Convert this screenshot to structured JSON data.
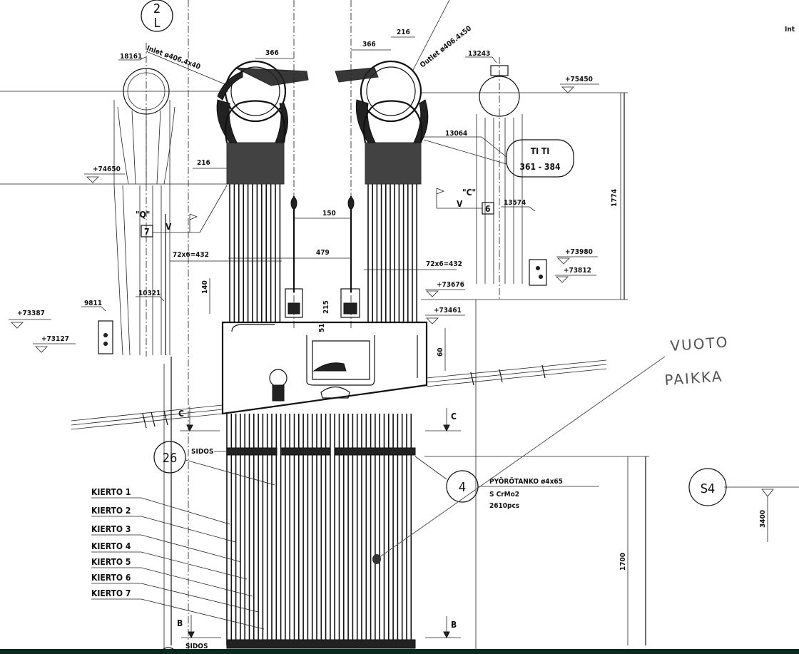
{
  "drawing": {
    "circle_labels": {
      "top_left": [
        "2",
        "L"
      ],
      "pos_26": "26",
      "pos_4": "4",
      "section_s4": "S4"
    },
    "pipe_labels": {
      "inlet": "Inlet ø406.4x40",
      "outlet": "Outlet ø406.4x50"
    },
    "dimensions": {
      "d366_left": "366",
      "d366_right": "366",
      "d216_top": "216",
      "d216_left": "216",
      "d150": "150",
      "d479": "479",
      "d140": "140",
      "d215": "215",
      "d51": "51",
      "d60": "60",
      "d1774": "1774",
      "d1700": "1700",
      "d3400": "3400",
      "spacing_left": "72x6=432",
      "spacing_right": "72x6=432"
    },
    "elevations": {
      "e75450": "+75450",
      "e74650": "+74650",
      "e73980": "+73980",
      "e73812": "+73812",
      "e73676": "+73676",
      "e73461": "+73461",
      "e73387": "+73387",
      "e73127": "+73127"
    },
    "reference_tags": {
      "r13243": "13243",
      "r13064": "13064",
      "r13574": "13574",
      "r9811": "9811",
      "r10321": "10321",
      "r18161": "18161"
    },
    "instrument": {
      "line1": "TI   TI",
      "line2": "361 - 384"
    },
    "weld_marks": {
      "q_letter": "\"Q\"",
      "q_num": "7",
      "q_v": "V",
      "c_letter": "\"C\"",
      "c_num": "6",
      "c_v": "V"
    },
    "sections": {
      "c_left": "C",
      "c_right": "C",
      "b_left": "B",
      "b_right": "B"
    },
    "sidos_top": "SIDOS",
    "sidos_bottom": "SIDOS",
    "kierto": [
      "KIERTO 1",
      "KIERTO 2",
      "KIERTO 3",
      "KIERTO 4",
      "KIERTO 5",
      "KIERTO 6",
      "KIERTO 7"
    ],
    "material": {
      "name": "PYÖRÖTANKO ø4x65",
      "grade": "S CrMo2",
      "qty": "2610pcs"
    },
    "handwritten": {
      "line1": "VUOTO",
      "line2": "PAIKKA"
    },
    "edge_text": "Int"
  }
}
